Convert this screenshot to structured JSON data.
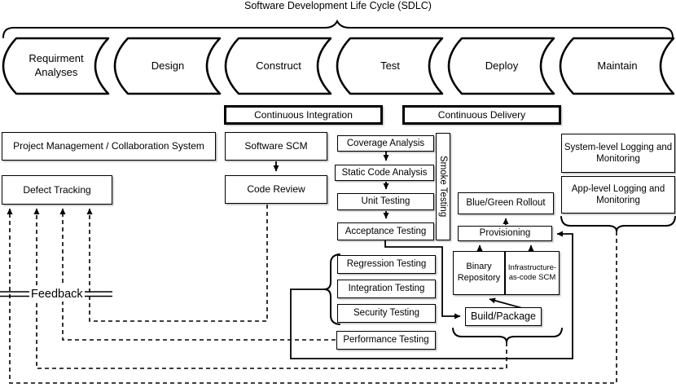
{
  "title": "Software Development Life Cycle (SDLC)",
  "colors": {
    "ink": "#000000",
    "background": "#ffffff"
  },
  "phases": [
    "Requirment\nAnalyses",
    "Design",
    "Construct",
    "Test",
    "Deploy",
    "Maintain"
  ],
  "bands": {
    "continuous_integration": "Continuous Integration",
    "continuous_delivery": "Continuous Delivery"
  },
  "boxes": {
    "project_management": "Project Management / Collaboration System",
    "defect_tracking": "Defect Tracking",
    "software_scm": "Software SCM",
    "code_review": "Code Review",
    "coverage_analysis": "Coverage Analysis",
    "static_code_analysis": "Static Code Analysis",
    "unit_testing": "Unit Testing",
    "acceptance_testing": "Acceptance Testing",
    "smoke_testing": "Smoke Testing",
    "regression_testing": "Regression Testing",
    "integration_testing": "Integration Testing",
    "security_testing": "Security Testing",
    "performance_testing": "Performance Testing",
    "blue_green_rollout": "Blue/Green Rollout",
    "provisioning": "Provisioning",
    "binary_repository": "Binary\nRepository",
    "infrastructure_scm": "Infrastructure-\nas-code SCM",
    "build_package": "Build/Package",
    "system_logging": "System-level Logging and\nMonitoring",
    "app_logging": "App-level Logging and\nMonitoring"
  },
  "labels": {
    "feedback": "Feedback"
  }
}
